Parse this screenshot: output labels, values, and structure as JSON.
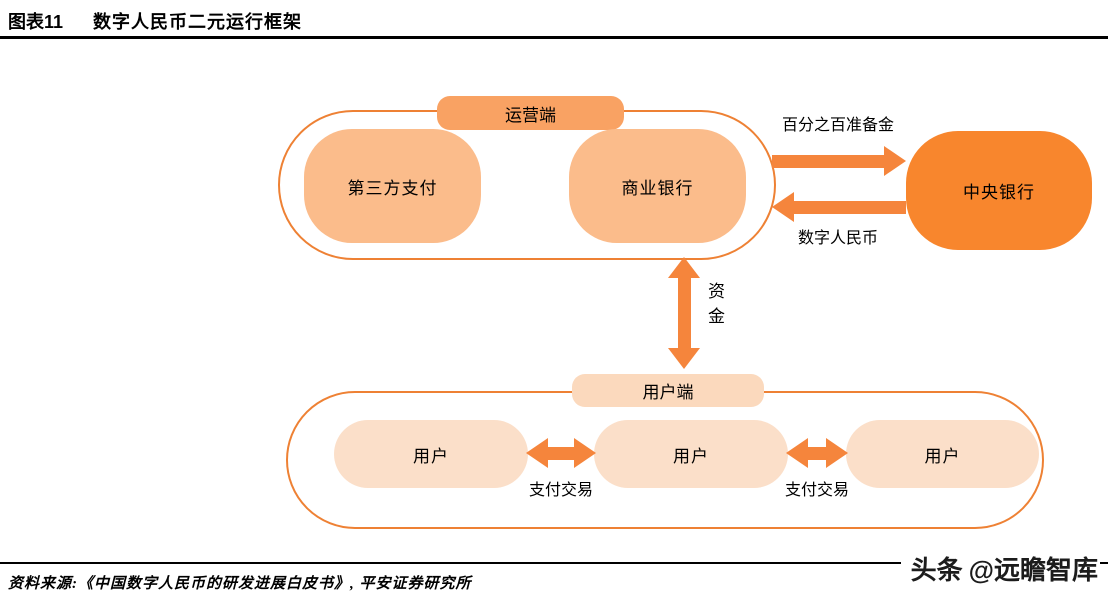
{
  "header": {
    "figure_label": "图表11",
    "figure_title": "数字人民币二元运行框架"
  },
  "diagram": {
    "operation_group": {
      "label": "运营端",
      "nodes": [
        {
          "label": "第三方支付"
        },
        {
          "label": "商业银行"
        }
      ]
    },
    "central_bank": {
      "label": "中央银行"
    },
    "labels": {
      "reserve": "百分之百准备金",
      "dcrmb": "数字人民币",
      "funds": "资金",
      "payment": "支付交易"
    },
    "user_group": {
      "label": "用户端",
      "nodes": [
        {
          "label": "用户"
        },
        {
          "label": "用户"
        },
        {
          "label": "用户"
        }
      ]
    }
  },
  "footer": {
    "source": "资料来源:《中国数字人民币的研发进展白皮书》, 平安证券研究所",
    "watermark_logo": "头条",
    "watermark_handle": "@远瞻智库"
  },
  "colors": {
    "outline": "#EE8134",
    "arrow": "#F5853C",
    "orange_mid": "#F9A263",
    "orange_light": "#FBBC8B",
    "orange_deep": "#F8862D",
    "peach": "#FBD9BD",
    "peach_light": "#FBDFC9"
  }
}
